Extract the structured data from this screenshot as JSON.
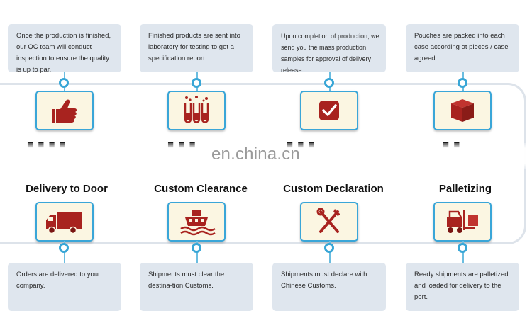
{
  "top_steps": [
    {
      "text": "Once the production is finished, our QC team will conduct inspection to ensure the quality is up to par.",
      "icon": "thumbs-up-icon"
    },
    {
      "text": "Finished products are sent into laboratory for testing to get a specification report.",
      "icon": "test-tubes-icon"
    },
    {
      "text": "Upon completion of production, we send you the mass production samples for approval of delivery release.",
      "icon": "checkbox-icon"
    },
    {
      "text": "Pouches are packed into each case according ot pieces / case agreed.",
      "icon": "box-icon"
    }
  ],
  "bottom_steps": [
    {
      "title": "Delivery to Door",
      "text": "Orders are delivered to your company.",
      "icon": "truck-icon"
    },
    {
      "title": "Custom Clearance",
      "text": "Shipments must clear the destina-tion Customs.",
      "icon": "ship-icon"
    },
    {
      "title": "Custom Declaration",
      "text": "Shipments must declare with Chinese Customs.",
      "icon": "tools-icon"
    },
    {
      "title": "Palletizing",
      "text": "Ready shipments are palletized and loaded for delivery to the port.",
      "icon": "forklift-icon"
    }
  ],
  "watermark": "en.china.cn",
  "colors": {
    "accent": "#3aa6d8",
    "icon": "#a8231f",
    "tile_bg": "#fbf6e2",
    "note_bg": "#dfe6ee"
  }
}
